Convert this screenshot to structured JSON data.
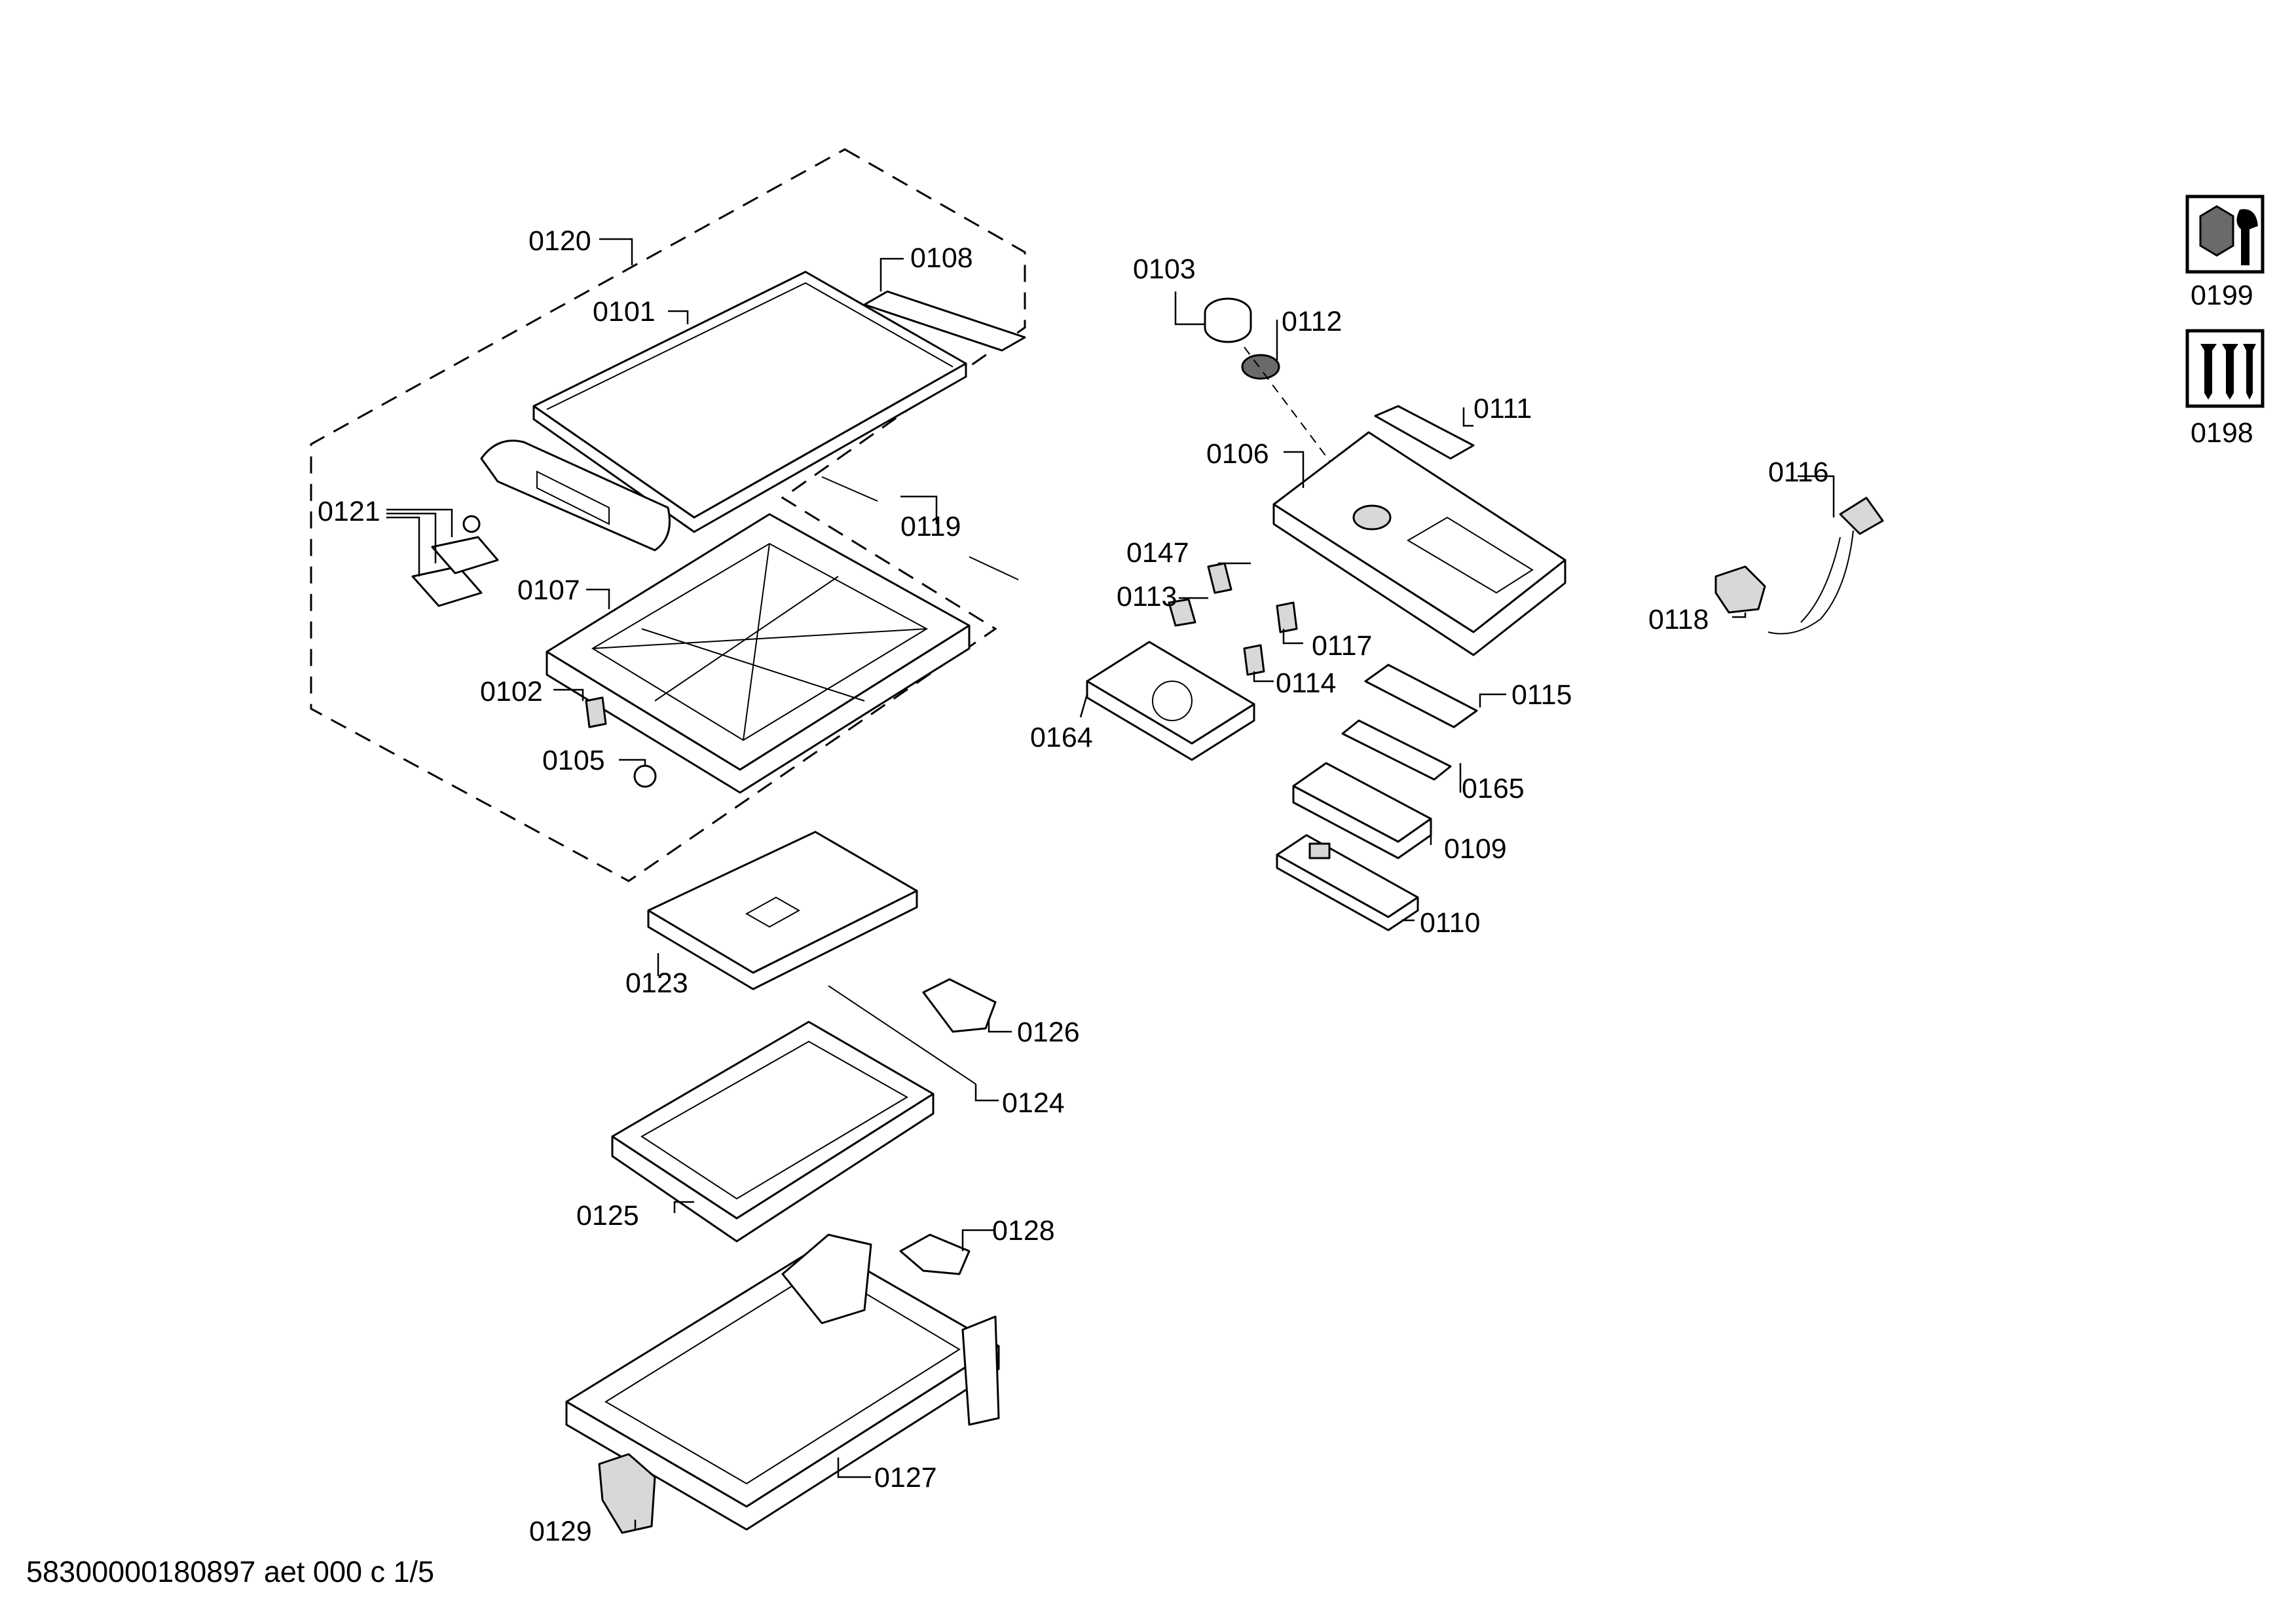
{
  "footer": "58300000180897 aet 000 c 1/5",
  "part_labels": {
    "p0101": "0101",
    "p0102": "0102",
    "p0103": "0103",
    "p0105": "0105",
    "p0106": "0106",
    "p0107": "0107",
    "p0108": "0108",
    "p0109": "0109",
    "p0110": "0110",
    "p0111": "0111",
    "p0112": "0112",
    "p0113": "0113",
    "p0114": "0114",
    "p0115": "0115",
    "p0116": "0116",
    "p0117": "0117",
    "p0118": "0118",
    "p0119": "0119",
    "p0120": "0120",
    "p0121": "0121",
    "p0123": "0123",
    "p0124": "0124",
    "p0125": "0125",
    "p0126": "0126",
    "p0127": "0127",
    "p0128": "0128",
    "p0129": "0129",
    "p0147": "0147",
    "p0164": "0164",
    "p0165": "0165",
    "p0198": "0198",
    "p0199": "0199"
  },
  "icons": {
    "p0199": "wrench-nut-icon",
    "p0198": "screws-icon"
  }
}
